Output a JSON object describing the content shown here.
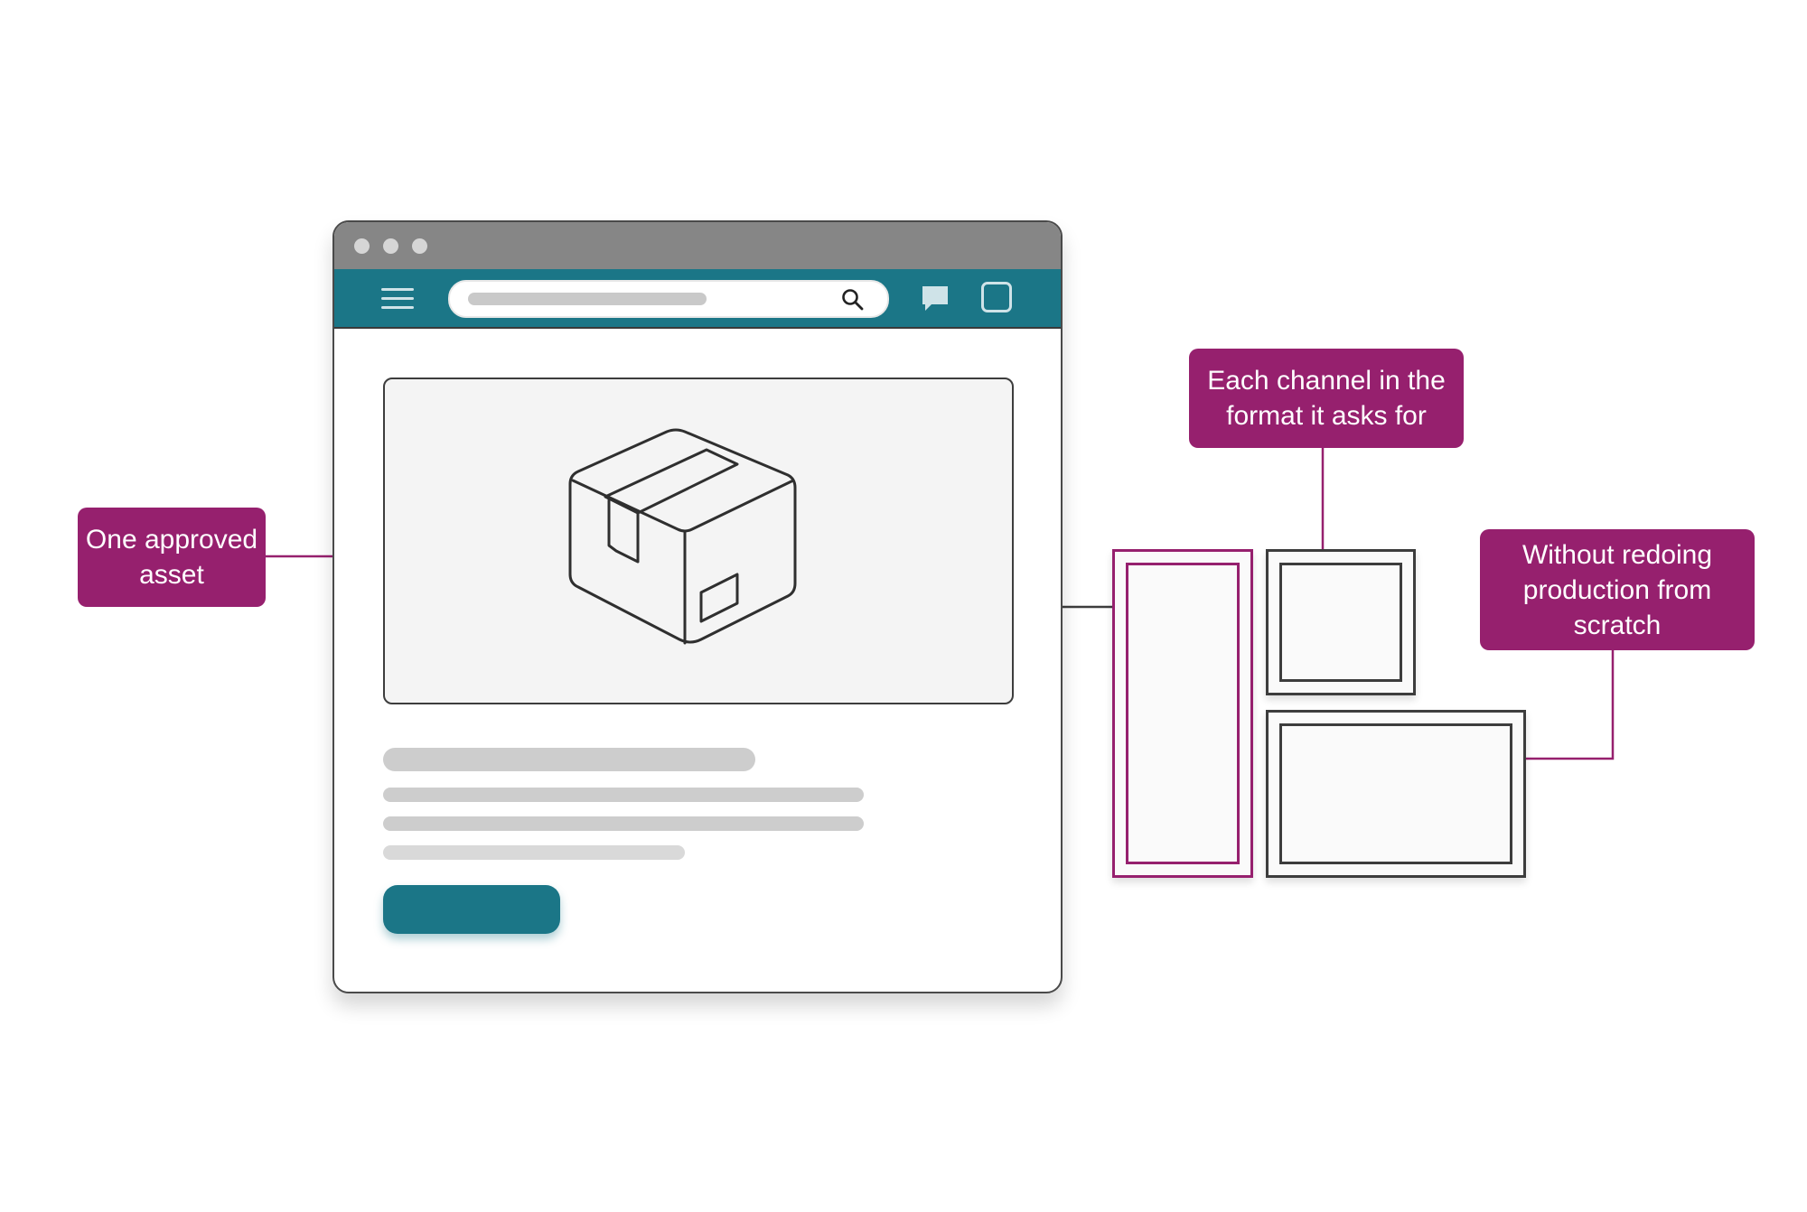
{
  "labels": {
    "asset": "One approved asset",
    "channels": "Each channel in the format it asks for",
    "production": "Without redoing production from scratch"
  },
  "label_lines": {
    "asset": [
      "One approved",
      "asset"
    ],
    "channels": [
      "Each channel in the",
      "format it asks for"
    ],
    "production": [
      "Without redoing",
      "production from",
      "scratch"
    ]
  },
  "icons": {
    "browser_controls": "window-dots-icon",
    "menu": "hamburger-menu-icon",
    "search": "search-icon",
    "chat": "chat-bubble-icon",
    "square": "square-icon",
    "asset": "package-box-icon"
  },
  "colors": {
    "accent": "#96206e",
    "nav": "#1b7687",
    "titlebar": "#868686",
    "outline": "#3d3d3d",
    "skeleton": "#cdcdcd"
  }
}
